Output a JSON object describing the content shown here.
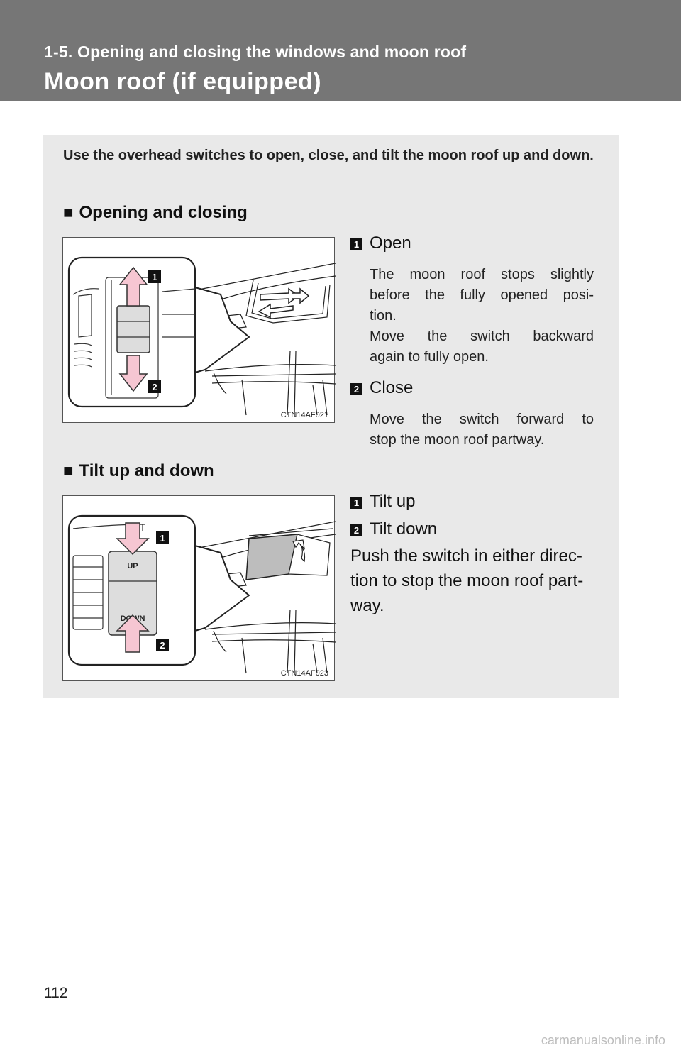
{
  "header": {
    "section_title": "1-5. Opening and closing the windows and moon roof",
    "page_title": "Moon roof (if equipped)"
  },
  "intro": "Use the overhead switches to open, close, and tilt the moon roof up and down.",
  "section1": {
    "heading": "Opening and closing",
    "figure_code": "CTN14AF021",
    "items": [
      {
        "number": "1",
        "label": "Open",
        "desc_lines": [
          "The moon roof stops slightly",
          "before the fully opened posi-",
          "tion.",
          "Move the switch backward",
          "again to fully open."
        ]
      },
      {
        "number": "2",
        "label": "Close",
        "desc_lines": [
          "Move the switch forward to",
          "stop the moon roof partway."
        ]
      }
    ]
  },
  "section2": {
    "heading": "Tilt up and down",
    "figure_code": "CTN14AF023",
    "switch_up": "UP",
    "switch_down": "DOWN",
    "items": [
      {
        "number": "1",
        "label": "Tilt up"
      },
      {
        "number": "2",
        "label": "Tilt down"
      }
    ],
    "note_lines": [
      "Push the switch in either direc-",
      "tion to stop the moon roof part-",
      "way."
    ]
  },
  "page_number": "112",
  "watermark": "carmanualsonline.info",
  "colors": {
    "header_bg": "#767676",
    "panel_bg": "#e9e9e9",
    "arrow_pink": "#f6c6d2"
  }
}
